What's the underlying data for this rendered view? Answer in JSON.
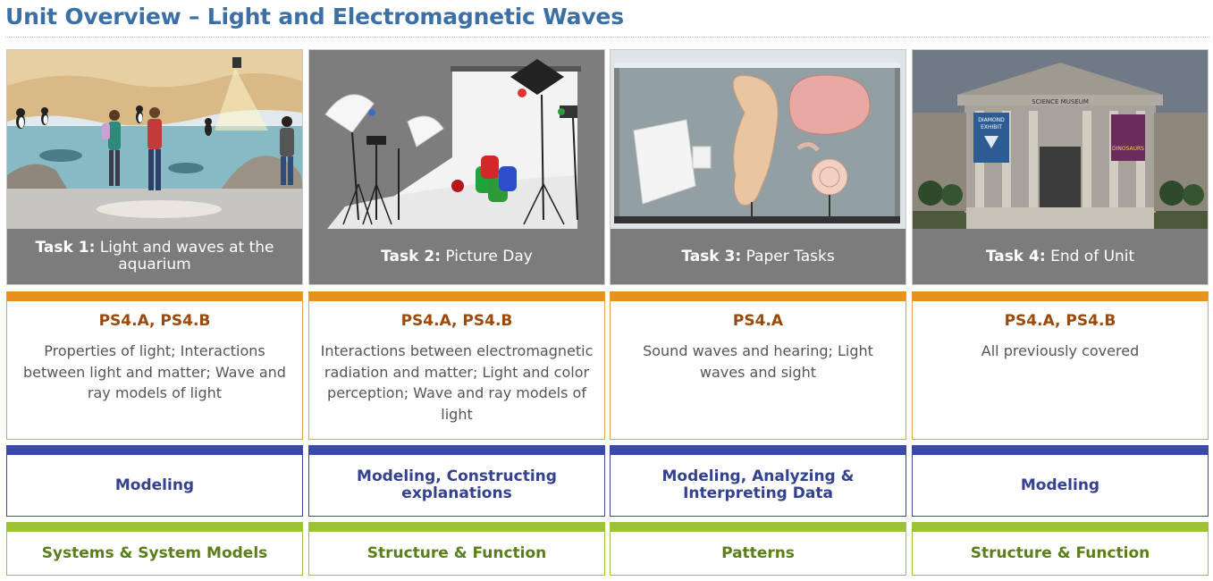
{
  "page": {
    "title": "Unit Overview – Light and Electromagnetic Waves"
  },
  "colors": {
    "title": "#3b6fa6",
    "dci_bar": "#e8921e",
    "dci_code": "#9c4a0c",
    "sep_bar": "#3a4aa6",
    "sep_text": "#33418f",
    "ccc_bar": "#9cc23a",
    "ccc_text": "#5a7f1a",
    "caption_bg": "#7c7c7c"
  },
  "tasks": [
    {
      "num": "Task 1:",
      "name": "Light and waves at the aquarium",
      "dci_code": "PS4.A, PS4.B",
      "dci_desc": "Properties of light; Interactions between light and matter; Wave and ray models of light",
      "practice": "Modeling",
      "crosscutting": "Systems & System Models"
    },
    {
      "num": "Task 2:",
      "name": "Picture Day",
      "dci_code": "PS4.A, PS4.B",
      "dci_desc": "Interactions between electromagnetic radiation and matter; Light and color perception; Wave and ray models of light",
      "practice": "Modeling, Constructing explanations",
      "crosscutting": "Structure & Function"
    },
    {
      "num": "Task 3:",
      "name": "Paper Tasks",
      "dci_code": "PS4.A",
      "dci_desc": "Sound waves and hearing; Light waves and sight",
      "practice": "Modeling, Analyzing & Interpreting Data",
      "crosscutting": "Patterns"
    },
    {
      "num": "Task 4:",
      "name": "End of Unit",
      "dci_code": "PS4.A, PS4.B",
      "dci_desc": "All previously covered",
      "practice": "Modeling",
      "crosscutting": "Structure & Function"
    }
  ],
  "museum": {
    "sign": "SCIENCE MUSEUM",
    "banner_left_1": "DIAMOND",
    "banner_left_2": "EXHIBIT",
    "banner_right": "DINOSAURS"
  }
}
